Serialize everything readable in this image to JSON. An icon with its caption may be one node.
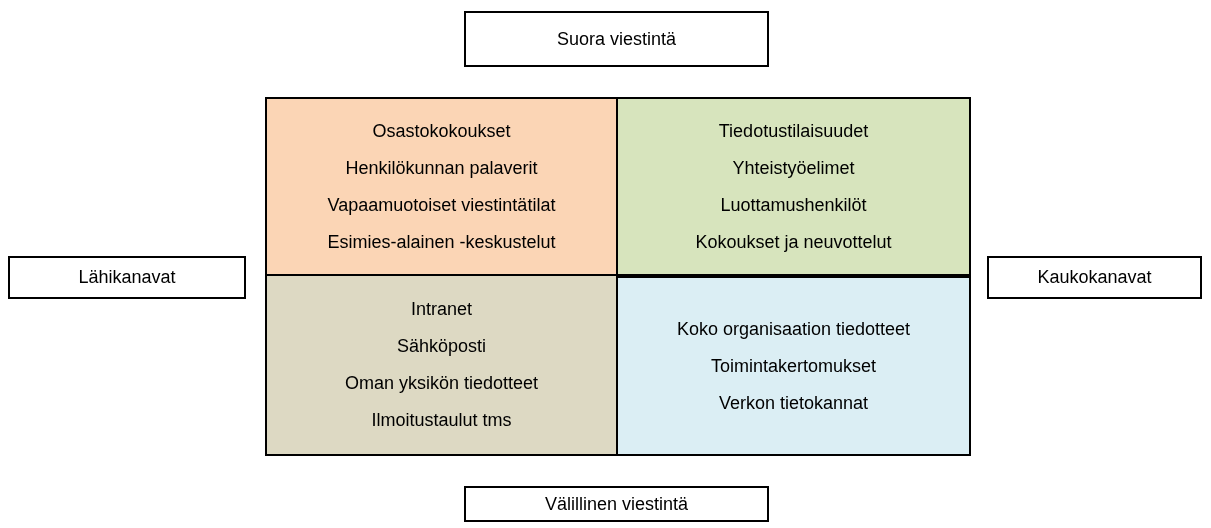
{
  "diagram": {
    "nodes": [
      {
        "text": [
          "Suora viestintä"
        ]
      },
      {
        "text": [
          "Osastokokoukset",
          "Henkilökunnan palaverit",
          "Vapaamuotoiset viestintätilat",
          "Esimies-alainen -keskustelut"
        ]
      },
      {
        "text": [
          "Tiedotustilaisuudet",
          "Yhteistyöelimet",
          "Luottamushenkilöt",
          "Kokoukset ja neuvottelut"
        ]
      },
      {
        "text": [
          "Lähikanavat"
        ]
      },
      {
        "text": [
          "Kaukokanavat"
        ]
      },
      {
        "text": [
          "Intranet",
          "Sähköposti",
          "Oman yksikön tiedotteet",
          "Ilmoitustaulut tms"
        ]
      },
      {
        "text": [
          "Koko organisaation tiedotteet",
          "Toimintakertomukset",
          "Verkon tietokannat"
        ]
      },
      {
        "text": [
          "Välillinen viestintä"
        ]
      }
    ]
  }
}
